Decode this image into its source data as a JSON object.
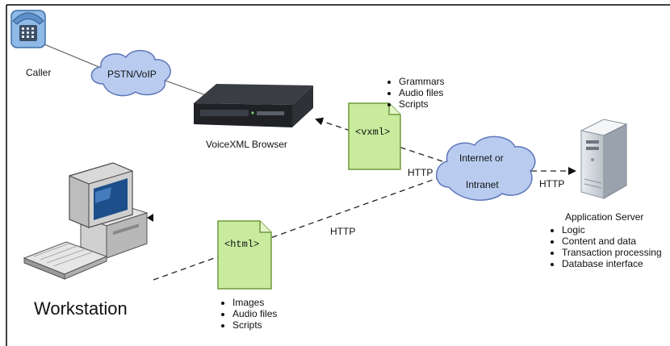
{
  "nodes": {
    "caller": "Caller",
    "pstn": "PSTN/VoIP",
    "voicexml_browser": "VoiceXML Browser",
    "internet_line1": "Internet or",
    "internet_line2": "Intranet",
    "app_server": "Application Server",
    "workstation": "Workstation"
  },
  "documents": {
    "vxml_tag": "<vxml>",
    "html_tag": "<html>"
  },
  "lists": {
    "vxml_resources": [
      "Grammars",
      "Audio files",
      "Scripts"
    ],
    "app_server_functions": [
      "Logic",
      "Content and data",
      "Transaction processing",
      "Database interface"
    ],
    "html_resources": [
      "Images",
      "Audio files",
      "Scripts"
    ]
  },
  "connections": {
    "http_vxml": "HTTP",
    "http_server": "HTTP",
    "http_html": "HTTP"
  },
  "colors": {
    "cloud_fill": "#b9ccf0",
    "cloud_stroke": "#5d76b8",
    "doc_fill": "#c8eb9e",
    "doc_stroke": "#6f9a3d",
    "phone_fill": "#8fb9e6",
    "frame": "#000000"
  }
}
